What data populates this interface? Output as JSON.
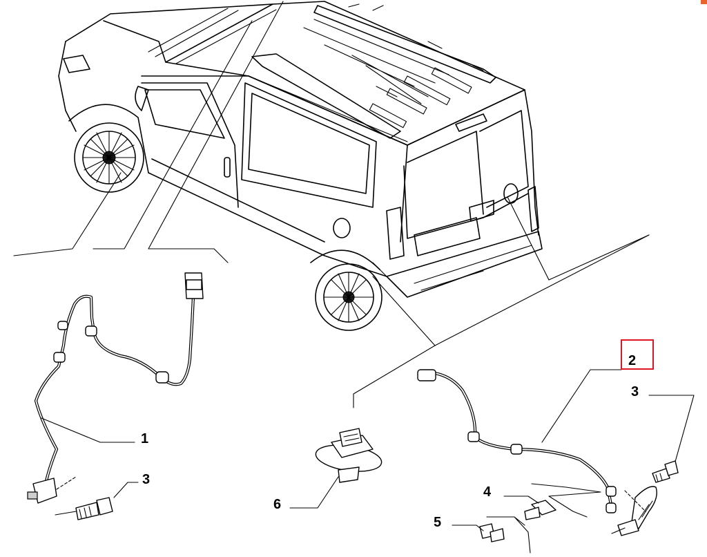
{
  "callouts": {
    "c1": "1",
    "c2": "2",
    "c3a": "3",
    "c3b": "3",
    "c4": "4",
    "c5": "5",
    "c6": "6"
  },
  "highlight": {
    "target": "2",
    "color": "#e0141e"
  },
  "corner_marker": {
    "color": "#e8642a"
  }
}
